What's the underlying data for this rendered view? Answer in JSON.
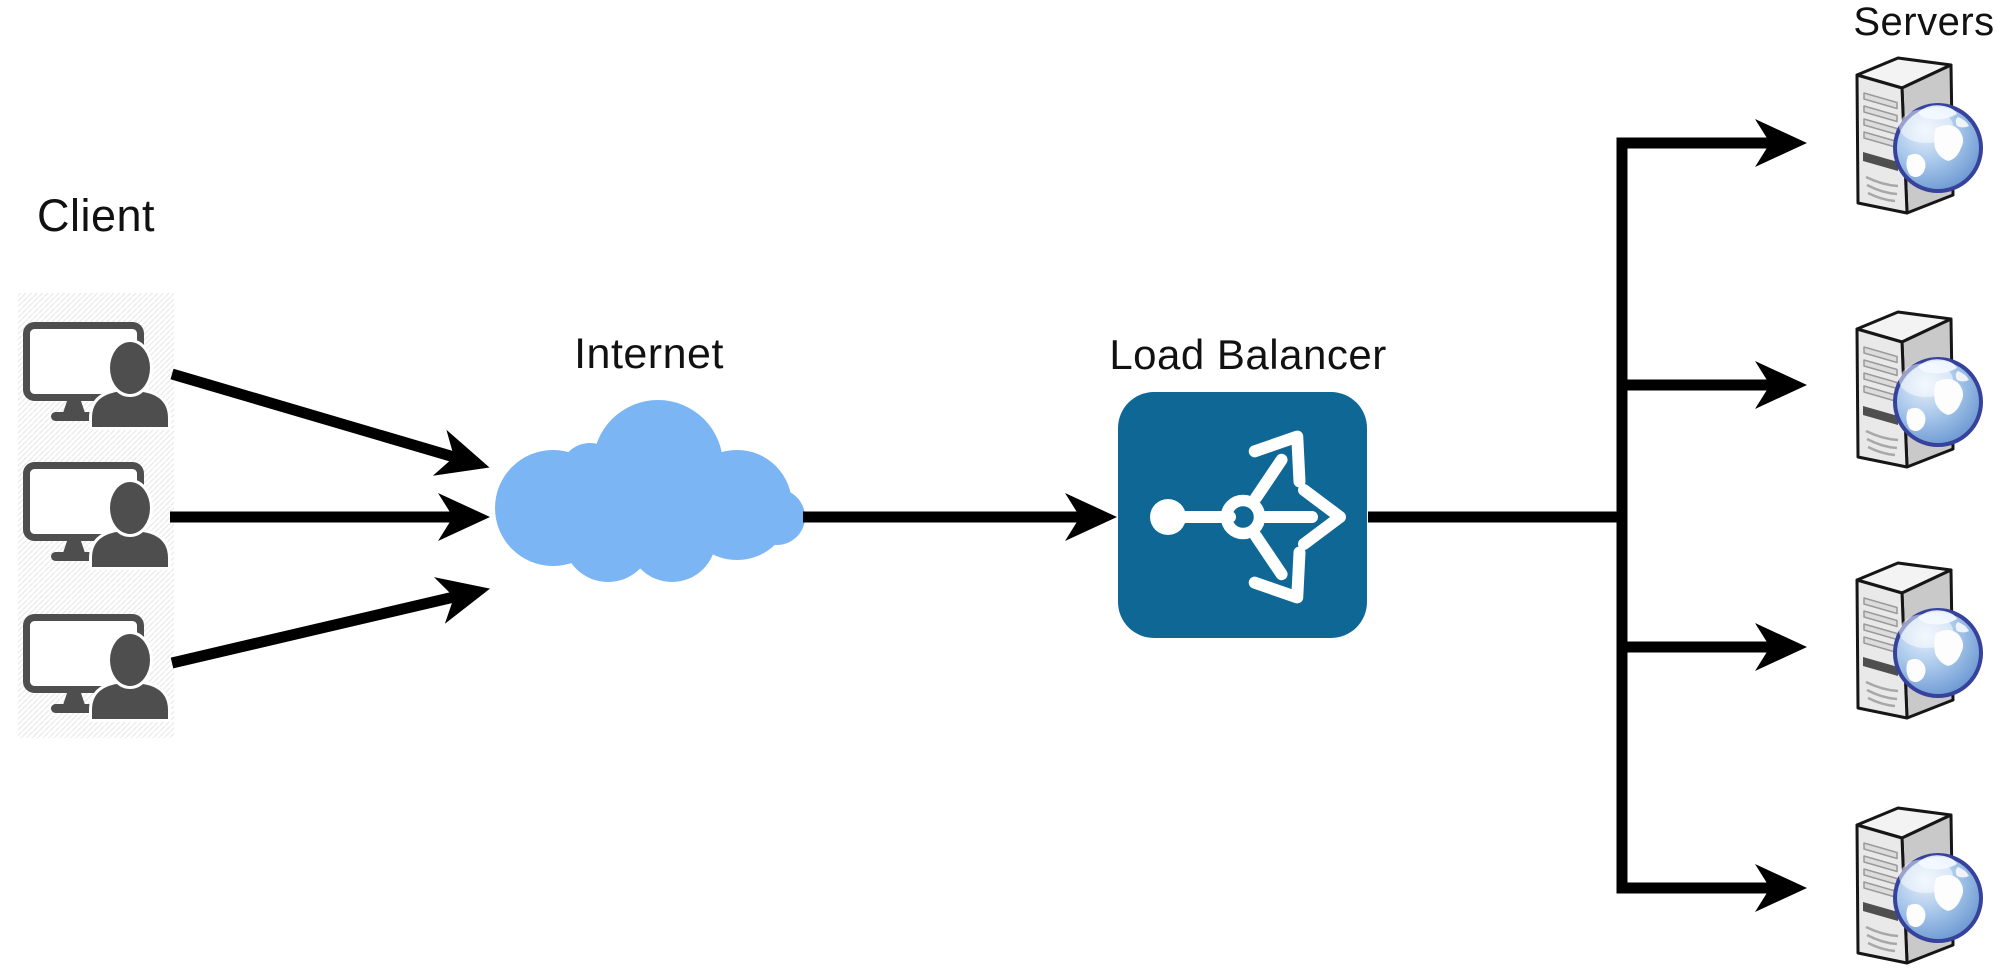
{
  "title": "Load balancer network architecture diagram",
  "labels": {
    "client": "Client",
    "internet": "Internet",
    "load_balancer": "Load Balancer",
    "servers": "Servers"
  },
  "nodes": {
    "client_count": 3,
    "server_count": 4
  },
  "connections": [
    "client-1 -> internet-cloud",
    "client-2 -> internet-cloud",
    "client-3 -> internet-cloud",
    "internet-cloud -> load-balancer",
    "load-balancer -> server-1",
    "load-balancer -> server-2",
    "load-balancer -> server-3",
    "load-balancer -> server-4"
  ],
  "icons": [
    "client-workstation-icon",
    "internet-cloud-icon",
    "load-balancer-icon",
    "server-icon"
  ],
  "colors": {
    "cloud": "#7cb5f3",
    "load_balancer_box": "#0e6795",
    "connector": "#000000",
    "client_icon_gray": "#4e4e4e",
    "globe_ring": "#36429b",
    "text": "#111111"
  }
}
